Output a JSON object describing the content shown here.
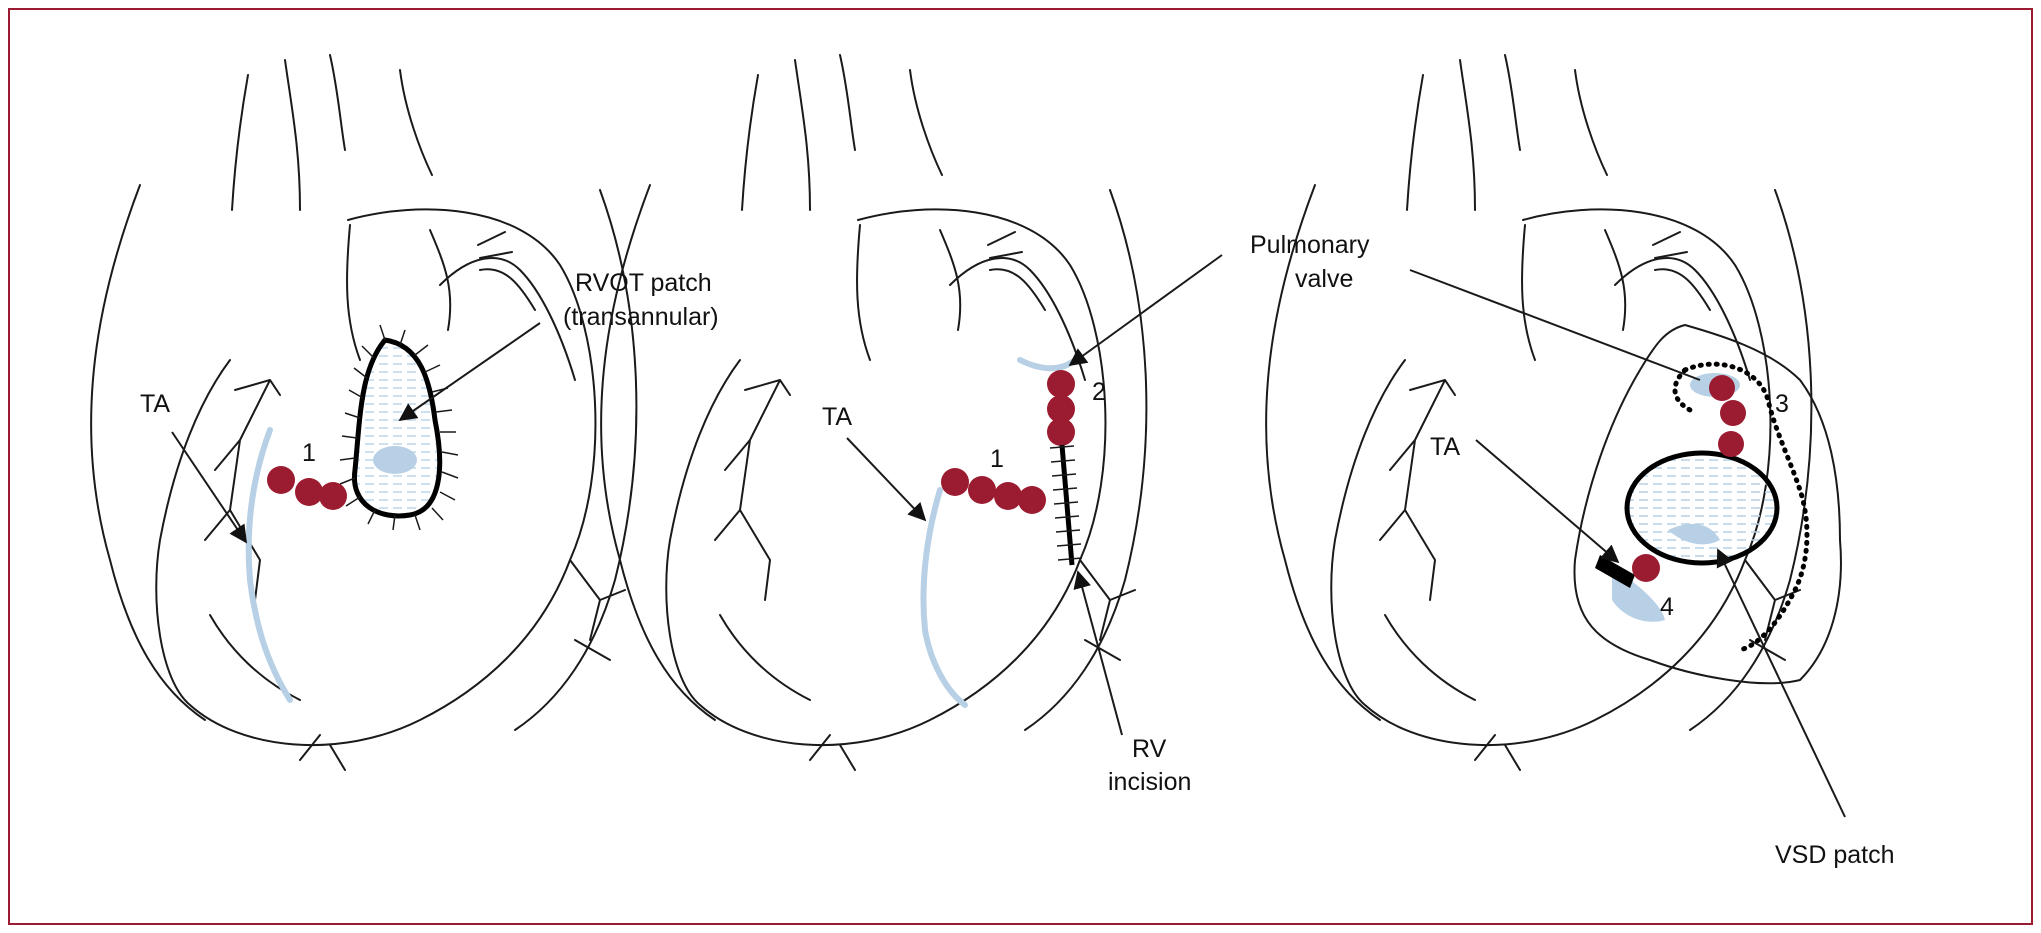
{
  "colors": {
    "frame": "#9b1b30",
    "marker": "#9b1b30",
    "vessel": "#b7d0e6",
    "ink": "#1a1a1a"
  },
  "panels": [
    {
      "labels": {
        "ta": "TA",
        "num1": "1",
        "patch_line1": "RVOT patch",
        "patch_line2": "(transannular)"
      }
    },
    {
      "labels": {
        "ta": "TA",
        "num1": "1",
        "num2": "2",
        "valve_line1": "Pulmonary",
        "valve_line2": "valve",
        "incision_line1": "RV",
        "incision_line2": "incision"
      }
    },
    {
      "labels": {
        "ta": "TA",
        "num3": "3",
        "num4": "4",
        "vsd": "VSD patch"
      }
    }
  ]
}
